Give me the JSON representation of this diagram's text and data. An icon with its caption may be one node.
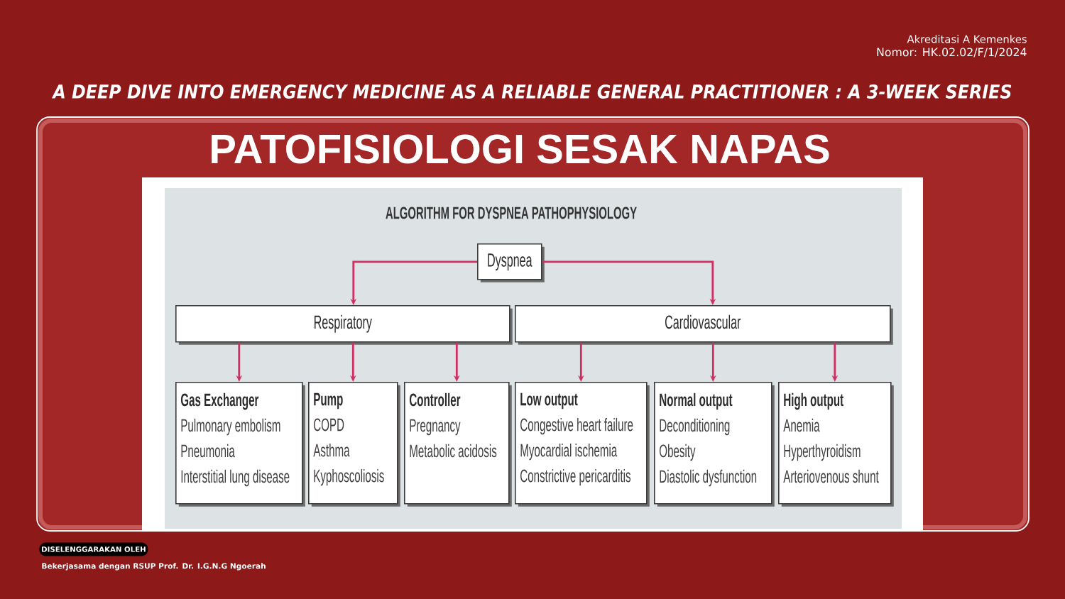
{
  "diagram": {
    "title": "PATOFISIOLOGI SESAK NAPAS",
    "nodes": [
      {
        "text": [
          "Dyspnea"
        ]
      },
      {
        "text": [
          "Respiratory"
        ]
      },
      {
        "text": [
          "Cardiovascular"
        ]
      },
      {
        "text": [
          "Gas Exchanger",
          "Pulmonary embolism",
          "Pneumonia",
          "Interstitial lung disease"
        ]
      },
      {
        "text": [
          "Pump",
          "COPD",
          "Asthma",
          "Kyphoscoliosis"
        ]
      },
      {
        "text": [
          "Controller",
          "Pregnancy",
          "Metabolic acidosis"
        ]
      },
      {
        "text": [
          "Low output",
          "Congestive heart failure",
          "Myocardial ischemia",
          "Constrictive pericarditis"
        ]
      },
      {
        "text": [
          "Normal output",
          "Deconditioning",
          "Obesity",
          "Diastolic dysfunction"
        ]
      },
      {
        "text": [
          "High output",
          "Anemia",
          "Hyperthyroidism",
          "Arteriovenous shunt"
        ]
      },
      {
        "text": [
          "DISELENGGARAKAN OLEH"
        ],
        "beside": [
          "Bekerjasama dengan RSUP Prof. Dr. I.G.N.G Ngoerah"
        ]
      }
    ],
    "edges": [
      {
        "from": 0,
        "to": 1,
        "arrow": "to"
      },
      {
        "from": 0,
        "to": 2,
        "arrow": "to"
      },
      {
        "from": 1,
        "to": 3,
        "arrow": "to"
      },
      {
        "from": 1,
        "to": 4,
        "arrow": "to"
      },
      {
        "from": 1,
        "to": 5,
        "arrow": "to"
      },
      {
        "from": 2,
        "to": 6,
        "arrow": "to"
      },
      {
        "from": 2,
        "to": 7,
        "arrow": "to"
      },
      {
        "from": 2,
        "to": 8,
        "arrow": "to"
      }
    ],
    "labels": [
      "Akreditasi A Kemenkes",
      "Nomor: HK.02.02/F/1/2024",
      "A DEEP DIVE INTO EMERGENCY MEDICINE AS A RELIABLE GENERAL PRACTITIONER : A 3-WEEK SERIES",
      "ALGORITHM FOR DYSPNEA PATHOPHYSIOLOGY"
    ]
  }
}
